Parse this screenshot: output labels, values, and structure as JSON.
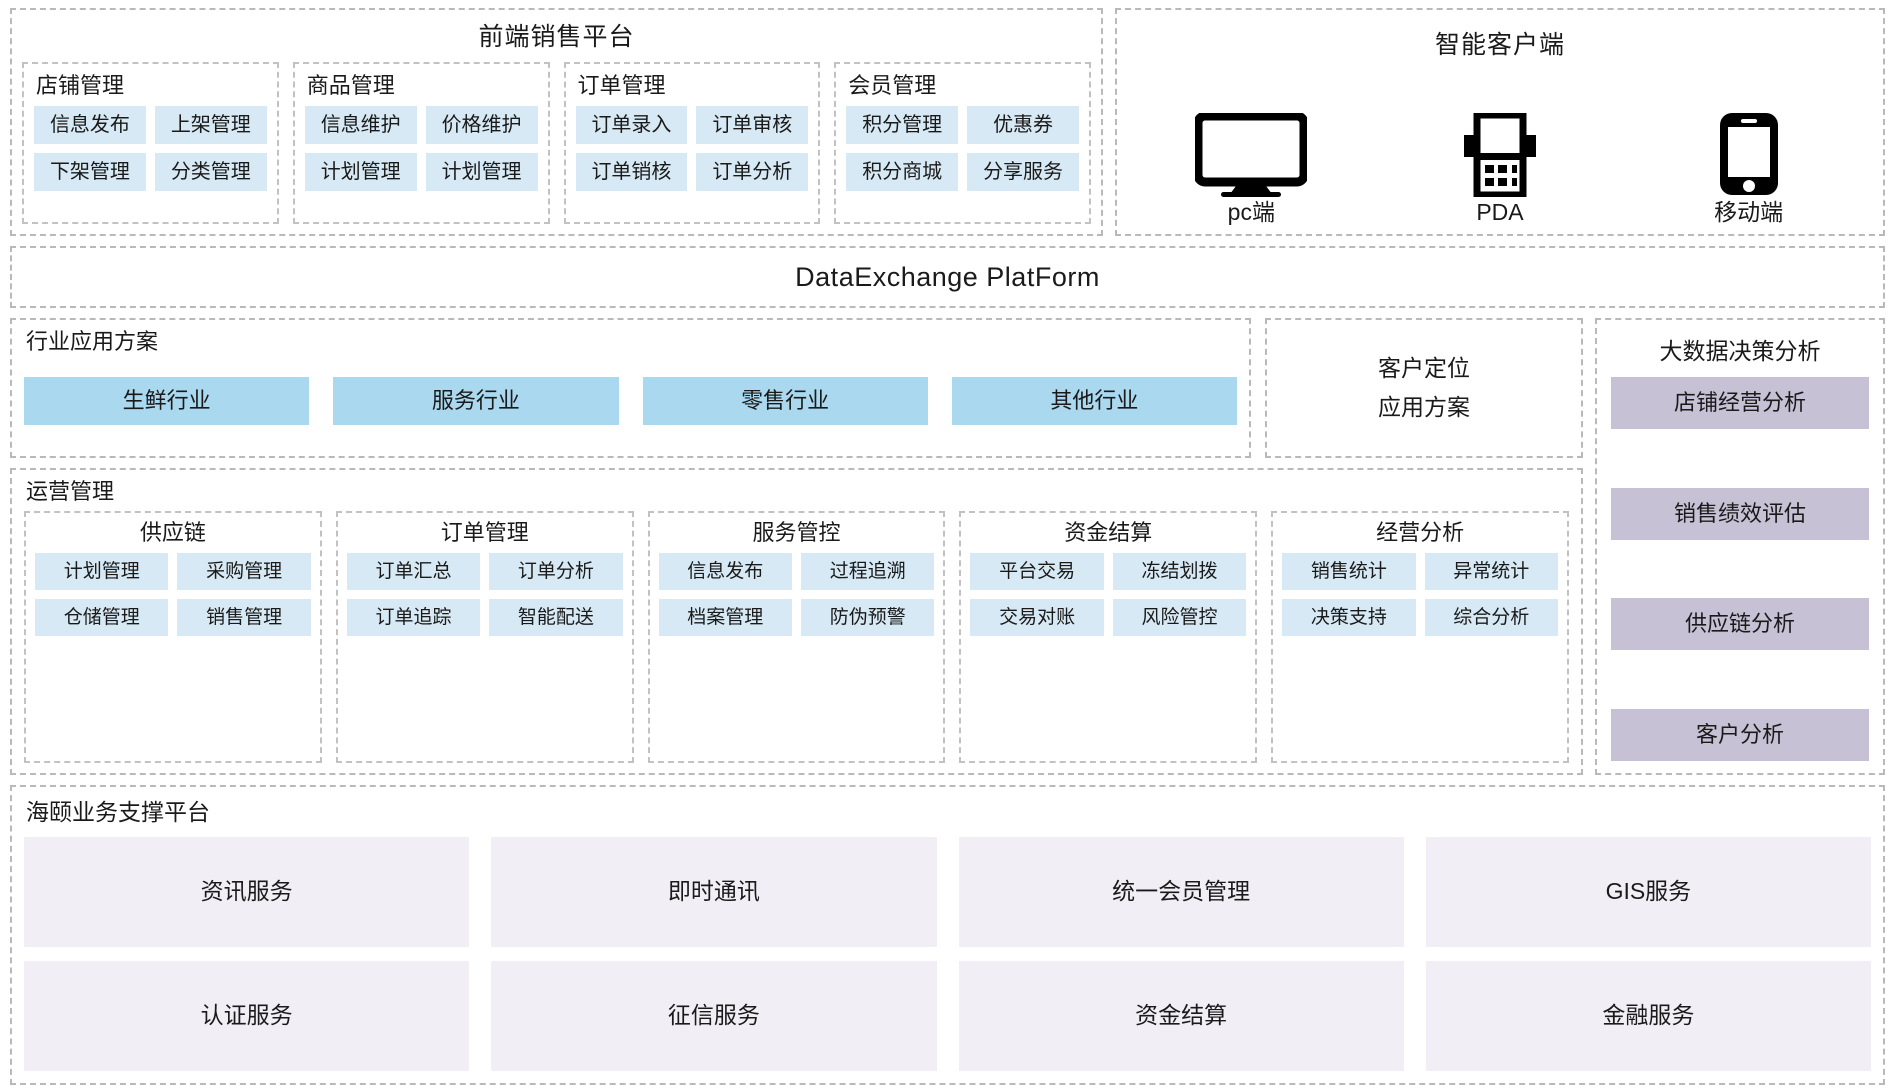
{
  "frontend": {
    "title": "前端销售平台",
    "groups": [
      {
        "title": "店铺管理",
        "items": [
          "信息发布",
          "上架管理",
          "下架管理",
          "分类管理"
        ]
      },
      {
        "title": "商品管理",
        "items": [
          "信息维护",
          "价格维护",
          "计划管理",
          "计划管理"
        ]
      },
      {
        "title": "订单管理",
        "items": [
          "订单录入",
          "订单审核",
          "订单销核",
          "订单分析"
        ]
      },
      {
        "title": "会员管理",
        "items": [
          "积分管理",
          "优惠券",
          "积分商城",
          "分享服务"
        ]
      }
    ]
  },
  "clients": {
    "title": "智能客户端",
    "items": [
      {
        "label": "pc端",
        "icon": "monitor-icon"
      },
      {
        "label": "PDA",
        "icon": "pda-icon"
      },
      {
        "label": "移动端",
        "icon": "smartphone-icon"
      }
    ]
  },
  "data_exchange": {
    "title": "DataExchange  PlatForm"
  },
  "industry": {
    "title": "行业应用方案",
    "items": [
      "生鲜行业",
      "服务行业",
      "零售行业",
      "其他行业"
    ]
  },
  "customer_locating": {
    "line1": "客户定位",
    "line2": "应用方案"
  },
  "operations": {
    "title": "运营管理",
    "groups": [
      {
        "title": "供应链",
        "items": [
          "计划管理",
          "采购管理",
          "仓储管理",
          "销售管理"
        ]
      },
      {
        "title": "订单管理",
        "items": [
          "订单汇总",
          "订单分析",
          "订单追踪",
          "智能配送"
        ]
      },
      {
        "title": "服务管控",
        "items": [
          "信息发布",
          "过程追溯",
          "档案管理",
          "防伪预警"
        ]
      },
      {
        "title": "资金结算",
        "items": [
          "平台交易",
          "冻结划拨",
          "交易对账",
          "风险管控"
        ]
      },
      {
        "title": "经营分析",
        "items": [
          "销售统计",
          "异常统计",
          "决策支持",
          "综合分析"
        ]
      }
    ]
  },
  "big_data": {
    "title": "大数据决策分析",
    "items": [
      "店铺经营分析",
      "销售绩效评估",
      "供应链分析",
      "客户分析"
    ]
  },
  "support_platform": {
    "title": "海颐业务支撑平台",
    "rows": [
      [
        "资讯服务",
        "即时通讯",
        "统一会员管理",
        "GIS服务"
      ],
      [
        "认证服务",
        "征信服务",
        "资金结算",
        "金融服务"
      ]
    ]
  },
  "colors": {
    "tile_blue": "#d7e9f4",
    "industry_blue": "#a9d8ef",
    "bigdata_purple": "#c6c1d4",
    "support_lavender": "#f1eef5",
    "border_dashed": "#b9b9b9"
  }
}
